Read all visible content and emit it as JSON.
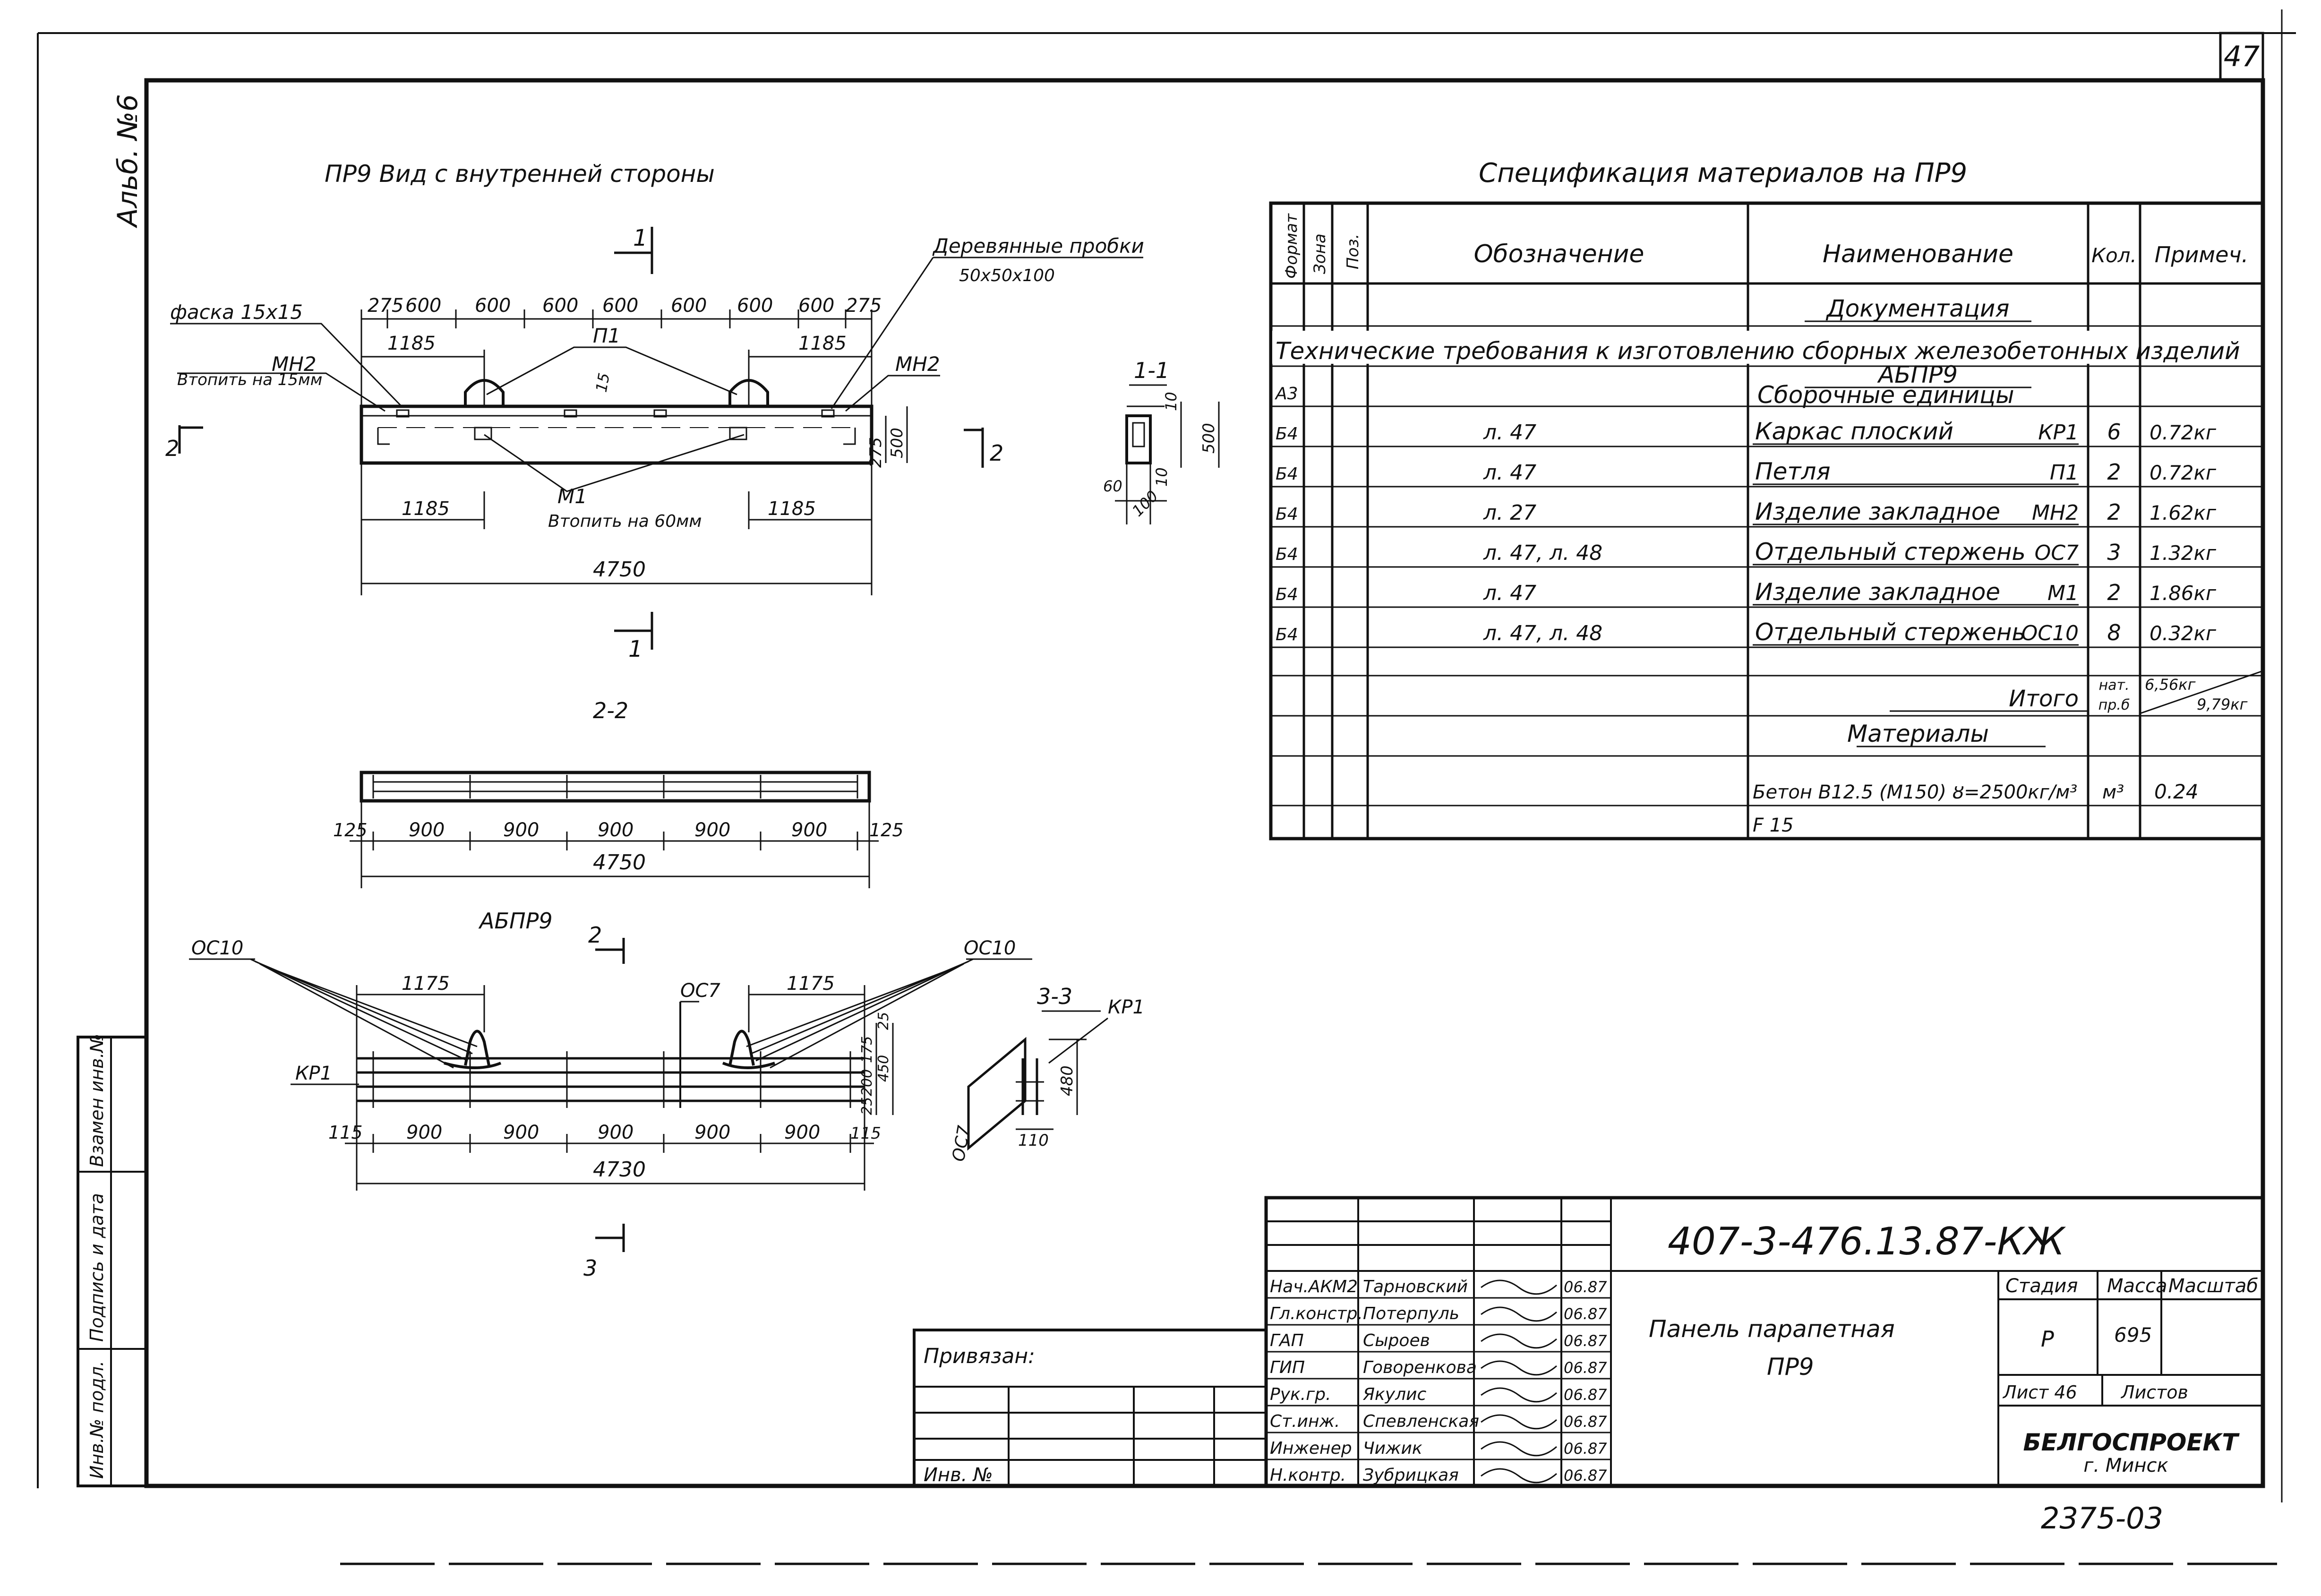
{
  "sheet_number": "47",
  "side_stamp": "Альб. №6",
  "main_view": {
    "title": "ПР9 Вид с внутренней стороны",
    "section_mark_top": "1",
    "section_mark_bottom": "1",
    "section_mark_left": "2",
    "section_mark_right": "2",
    "chamfer": "фаска 15х15",
    "mn2_left": "МН2",
    "embed_note": "Втопить на 15мм",
    "mn2_right": "МН2",
    "wood_plugs": "Деревянные пробки",
    "wood_plugs_size": "50х50х100",
    "p1": "П1",
    "m1": "М1",
    "embed_60": "Втопить на 60мм",
    "dim_15": "15",
    "top_dims": [
      "275",
      "600",
      "600",
      "600",
      "600",
      "600",
      "600",
      "600",
      "275"
    ],
    "dim_1185_upper_left": "1185",
    "dim_1185_upper_right": "1185",
    "dim_1185_lower_left": "1185",
    "dim_1185_lower_right": "1185",
    "dim_total": "4750",
    "side_dims": [
      "275",
      "500"
    ]
  },
  "section_11": {
    "label": "1-1",
    "dims": [
      "10",
      "500",
      "60",
      "100",
      "10"
    ]
  },
  "section_22": {
    "label": "2-2",
    "dims": [
      "125",
      "900",
      "900",
      "900",
      "900",
      "900",
      "125"
    ],
    "total": "4750"
  },
  "frame_view": {
    "title": "АБПР9",
    "section_mark_top": "2",
    "section_mark_bottom": "3",
    "oc10_left": "ОС10",
    "oc10_right": "ОС10",
    "oc7": "ОС7",
    "kr1": "КР1",
    "dim_1175_left": "1175",
    "dim_1175_right": "1175",
    "dims": [
      "115",
      "900",
      "900",
      "900",
      "900",
      "900",
      "115"
    ],
    "total": "4730",
    "right_dims": [
      "25",
      "200",
      "175",
      "25",
      "450"
    ]
  },
  "section_33": {
    "label": "3-3",
    "kr1": "КР1",
    "oc7": "ОС7",
    "dim_480": "480",
    "dim_110": "110"
  },
  "spec": {
    "title": "Спецификация материалов на ПР9",
    "headers": [
      "Формат",
      "Зона",
      "Поз.",
      "Обозначение",
      "Наименование",
      "Кол.",
      "Примеч."
    ],
    "rows": [
      {
        "fmt": "",
        "designation": "",
        "name": "Документация",
        "qty": "",
        "note": "",
        "underline": true
      },
      {
        "fmt": "",
        "designation": "",
        "name": "Технические требования к изготовлению сборных железобетонных изделий",
        "qty": "",
        "note": "",
        "wide": true
      },
      {
        "fmt": "А3",
        "designation": "",
        "name": "АБПР9",
        "qty": "",
        "note": "",
        "underline": true,
        "name2": "Сборочные единицы"
      },
      {
        "fmt": "Б4",
        "designation": "л. 47",
        "name": "Каркас плоский",
        "mark": "КР1",
        "qty": "6",
        "note": "0.72кг"
      },
      {
        "fmt": "Б4",
        "designation": "л. 47",
        "name": "Петля",
        "mark": "П1",
        "qty": "2",
        "note": "0.72кг"
      },
      {
        "fmt": "Б4",
        "designation": "л. 27",
        "name": "Изделие закладное",
        "mark": "МН2",
        "qty": "2",
        "note": "1.62кг"
      },
      {
        "fmt": "Б4",
        "designation": "л. 47, л. 48",
        "name": "Отдельный стержень",
        "mark": "ОС7",
        "qty": "3",
        "note": "1.32кг"
      },
      {
        "fmt": "Б4",
        "designation": "л. 47",
        "name": "Изделие закладное",
        "mark": "М1",
        "qty": "2",
        "note": "1.86кг"
      },
      {
        "fmt": "Б4",
        "designation": "л. 47, л. 48",
        "name": "Отдельный стержень",
        "mark": "ОС10",
        "qty": "8",
        "note": "0.32кг"
      }
    ],
    "total_label": "Итого",
    "total_qty_top": "нат.",
    "total_qty_bottom": "пр.б",
    "total_note_top": "6,56кг",
    "total_note_bottom": "9,79кг",
    "materials_label": "Материалы",
    "concrete": "Бетон В12.5 (М150) ȣ=2500кг/м³",
    "concrete_unit": "м³",
    "concrete_qty": "0.24",
    "concrete_f": "F 15"
  },
  "title_block": {
    "code": "407-3-476.13.87-КЖ",
    "roles": [
      "Нач.АКМ2",
      "Гл.констр.",
      "ГАП",
      "ГИП",
      "Рук.гр.",
      "Ст.инж.",
      "Инженер",
      "Н.контр."
    ],
    "names": [
      "Тарновский",
      "Потерпуль",
      "Сыроев",
      "Говоренкова",
      "Якулис",
      "Спевленская",
      "Чижик",
      "Зубрицкая"
    ],
    "dates": [
      "06.87",
      "06.87",
      "06.87",
      "06.87",
      "06.87",
      "06.87",
      "06.87",
      "06.87"
    ],
    "product_name": "Панель парапетная",
    "product_code": "ПР9",
    "stage_h": "Стадия",
    "mass_h": "Масса",
    "scale_h": "Масштаб",
    "stage": "Р",
    "mass": "695",
    "sheet": "Лист 46",
    "sheets": "Листов",
    "org": "БЕЛГОСПРОЕКТ",
    "city": "г. Минск",
    "privyazan": "Привязан:",
    "inv": "Инв. №",
    "bottom_code": "2375-03"
  },
  "left_strip": [
    "Взамен инв.№",
    "Подпись и дата",
    "Инв.№ подл."
  ]
}
